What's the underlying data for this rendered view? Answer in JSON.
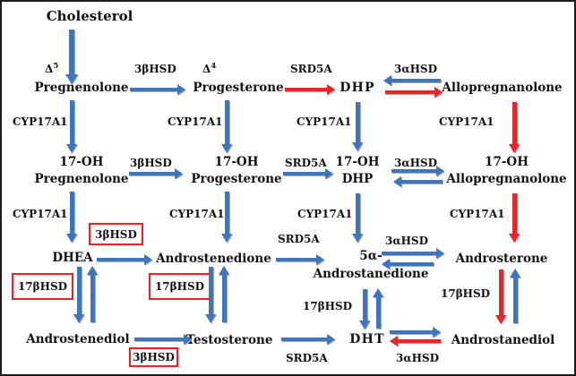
{
  "colors": {
    "arrow_blue": "#3e76be",
    "arrow_red": "#eb2428",
    "box_border": "#f01e1e",
    "text": "#121212",
    "background": "#ffffff",
    "border": "#1c1c1c",
    "arrow_shadow": "#a8a8a8"
  },
  "labels": {
    "cyp17a1": "CYP17A1",
    "hsd3b": "3βHSD",
    "srd5a": "SRD5A",
    "hsd3a": "3αHSD",
    "hsd17b": "17βHSD",
    "delta5": {
      "base": "Δ",
      "sup": "5"
    },
    "delta4": {
      "base": "Δ",
      "sup": "4"
    }
  },
  "nodes": {
    "cholesterol": "Cholesterol",
    "pregnenolone": "Pregnenolone",
    "progesterone": "Progesterone",
    "dhp": "DHP",
    "allopregnanolone": "Allopregnanolone",
    "oh_pregnenolone": {
      "line1": "17-OH",
      "line2": "Pregnenolone"
    },
    "oh_progesterone": {
      "line1": "17-OH",
      "line2": "Progesterone"
    },
    "oh_dhp": {
      "line1": "17-OH",
      "line2": "DHP"
    },
    "oh_allopregnanolone": {
      "line1": "17-OH",
      "line2": "Allopregnanolone"
    },
    "dhea": "DHEA",
    "androstenedione": "Androstenedione",
    "androstanedione_5a": {
      "line1": "5α-",
      "line2": "Androstanedione"
    },
    "androsterone": "Androsterone",
    "androstenediol": "Androstenediol",
    "testosterone": "Testosterone",
    "dht": "DHT",
    "androstanediol": "Androstanediol"
  },
  "edges": [
    {
      "from": "Cholesterol",
      "to": "Pregnenolone",
      "enzyme": "",
      "color": "blue"
    },
    {
      "from": "Pregnenolone",
      "to": "Progesterone",
      "enzyme": "3βHSD",
      "color": "blue"
    },
    {
      "from": "Progesterone",
      "to": "DHP",
      "enzyme": "SRD5A",
      "color": "red"
    },
    {
      "from": "DHP",
      "to": "Allopregnanolone",
      "enzyme": "3αHSD",
      "color": "red"
    },
    {
      "from": "Allopregnanolone",
      "to": "DHP",
      "enzyme": "3αHSD",
      "color": "blue"
    },
    {
      "from": "Pregnenolone",
      "to": "17-OH Pregnenolone",
      "enzyme": "CYP17A1",
      "color": "blue"
    },
    {
      "from": "Progesterone",
      "to": "17-OH Progesterone",
      "enzyme": "CYP17A1",
      "color": "blue"
    },
    {
      "from": "DHP",
      "to": "17-OH DHP",
      "enzyme": "CYP17A1",
      "color": "blue"
    },
    {
      "from": "Allopregnanolone",
      "to": "17-OH Allopregnanolone",
      "enzyme": "CYP17A1",
      "color": "red"
    },
    {
      "from": "17-OH Pregnenolone",
      "to": "17-OH Progesterone",
      "enzyme": "3βHSD",
      "color": "blue"
    },
    {
      "from": "17-OH Progesterone",
      "to": "17-OH DHP",
      "enzyme": "SRD5A",
      "color": "blue"
    },
    {
      "from": "17-OH DHP",
      "to": "17-OH Allopregnanolone",
      "enzyme": "3αHSD",
      "color": "blue",
      "bidirectional": true
    },
    {
      "from": "17-OH Pregnenolone",
      "to": "DHEA",
      "enzyme": "CYP17A1",
      "color": "blue"
    },
    {
      "from": "17-OH Progesterone",
      "to": "Androstenedione",
      "enzyme": "CYP17A1",
      "color": "blue"
    },
    {
      "from": "17-OH DHP",
      "to": "5α-Androstanedione",
      "enzyme": "CYP17A1",
      "color": "blue"
    },
    {
      "from": "17-OH Allopregnanolone",
      "to": "Androsterone",
      "enzyme": "CYP17A1",
      "color": "red"
    },
    {
      "from": "DHEA",
      "to": "Androstenedione",
      "enzyme": "3βHSD",
      "color": "blue",
      "enzyme_boxed": true
    },
    {
      "from": "Androstenedione",
      "to": "5α-Androstanedione",
      "enzyme": "SRD5A",
      "color": "blue"
    },
    {
      "from": "5α-Androstanedione",
      "to": "Androsterone",
      "enzyme": "3αHSD",
      "color": "blue",
      "bidirectional": true
    },
    {
      "from": "DHEA",
      "to": "Androstenediol",
      "enzyme": "17βHSD",
      "color": "blue",
      "bidirectional": true,
      "enzyme_boxed": true
    },
    {
      "from": "Androstenedione",
      "to": "Testosterone",
      "enzyme": "17βHSD",
      "color": "blue",
      "bidirectional": true,
      "enzyme_boxed": true
    },
    {
      "from": "5α-Androstanedione",
      "to": "DHT",
      "enzyme": "17βHSD",
      "color": "blue",
      "bidirectional": true
    },
    {
      "from": "Androsterone",
      "to": "Androstanediol",
      "enzyme": "17βHSD",
      "color_down": "red",
      "color_up": "blue"
    },
    {
      "from": "Androstenediol",
      "to": "Testosterone",
      "enzyme": "3βHSD",
      "color": "blue",
      "enzyme_boxed": true
    },
    {
      "from": "Testosterone",
      "to": "DHT",
      "enzyme": "SRD5A",
      "color": "blue"
    },
    {
      "from": "DHT",
      "to": "Androstanediol",
      "enzyme": "3αHSD",
      "color": "blue"
    },
    {
      "from": "Androstanediol",
      "to": "DHT",
      "enzyme": "3αHSD",
      "color": "red"
    }
  ]
}
